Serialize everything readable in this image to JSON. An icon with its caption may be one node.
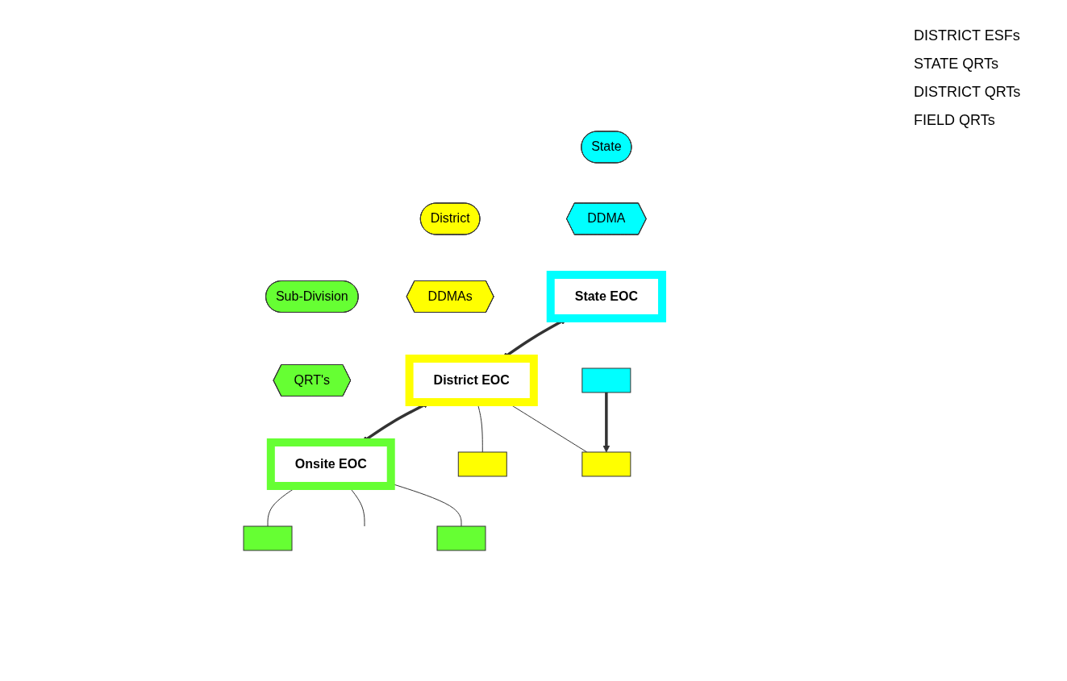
{
  "diagram": {
    "nodes": [
      {
        "text": [
          "State"
        ]
      },
      {
        "text": [
          "District"
        ]
      },
      {
        "text": [
          "Sub-Division"
        ]
      },
      {
        "text": [
          "DDMA"
        ]
      },
      {
        "text": [
          "DDMAs"
        ]
      },
      {
        "text": [
          "QRT's"
        ]
      },
      {
        "text": [
          "State EOC"
        ]
      },
      {
        "text": [
          "District EOC"
        ]
      },
      {
        "text": [
          "Onsite EOC"
        ]
      },
      {
        "text": [],
        "shape": "box"
      },
      {
        "text": [],
        "shape": "box"
      },
      {
        "text": [],
        "shape": "box"
      },
      {
        "text": [],
        "shape": "box"
      },
      {
        "text": [],
        "shape": "box"
      }
    ],
    "edges": [
      {
        "from": 6,
        "to": 7,
        "arrow": "both",
        "style": "thick"
      },
      {
        "from": 7,
        "to": 8,
        "arrow": "both",
        "style": "thick"
      },
      {
        "from": 7,
        "to": 10,
        "arrow": "none"
      },
      {
        "from": 7,
        "to": 11,
        "arrow": "none"
      },
      {
        "from": 8,
        "to": 12,
        "arrow": "none"
      },
      {
        "from": 8,
        "to": null,
        "arrow": "none"
      },
      {
        "from": 8,
        "to": 13,
        "arrow": "none"
      },
      {
        "from": 9,
        "to": 11,
        "arrow": "to",
        "style": "thick"
      }
    ],
    "labels": [
      "DISTRICT ESFs",
      "STATE QRTs",
      "DISTRICT QRTs",
      "FIELD QRTs"
    ]
  }
}
